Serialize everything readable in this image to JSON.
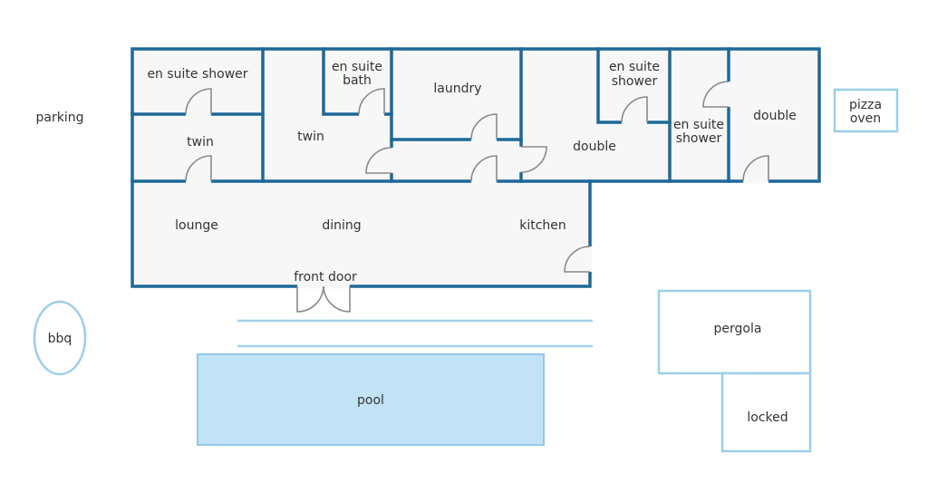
{
  "title": "House floor plan",
  "colors": {
    "wall": "#1d6898",
    "room_fill": "#f7f7f7",
    "outdoor_outline": "#9ccfe8",
    "pool_fill": "#c2e3f6",
    "door": "#8a8a8a"
  },
  "rooms": {
    "en_suite_shower_1": [
      "en suite shower"
    ],
    "twin_1": [
      "twin"
    ],
    "twin_2": [
      "twin"
    ],
    "en_suite_bath": [
      "en suite",
      "bath"
    ],
    "laundry": [
      "laundry"
    ],
    "double_1": [
      "double"
    ],
    "en_suite_shower_2": [
      "en suite",
      "shower"
    ],
    "en_suite_shower_3": [
      "en suite",
      "shower"
    ],
    "double_2": [
      "double"
    ],
    "lounge": [
      "lounge"
    ],
    "dining": [
      "dining"
    ],
    "kitchen": [
      "kitchen"
    ]
  },
  "labels": {
    "front_door": "front door",
    "parking": "parking",
    "bbq": "bbq",
    "pool": "pool",
    "pergola": "pergola",
    "locked": "locked",
    "pizza_oven": [
      "pizza",
      "oven"
    ]
  }
}
